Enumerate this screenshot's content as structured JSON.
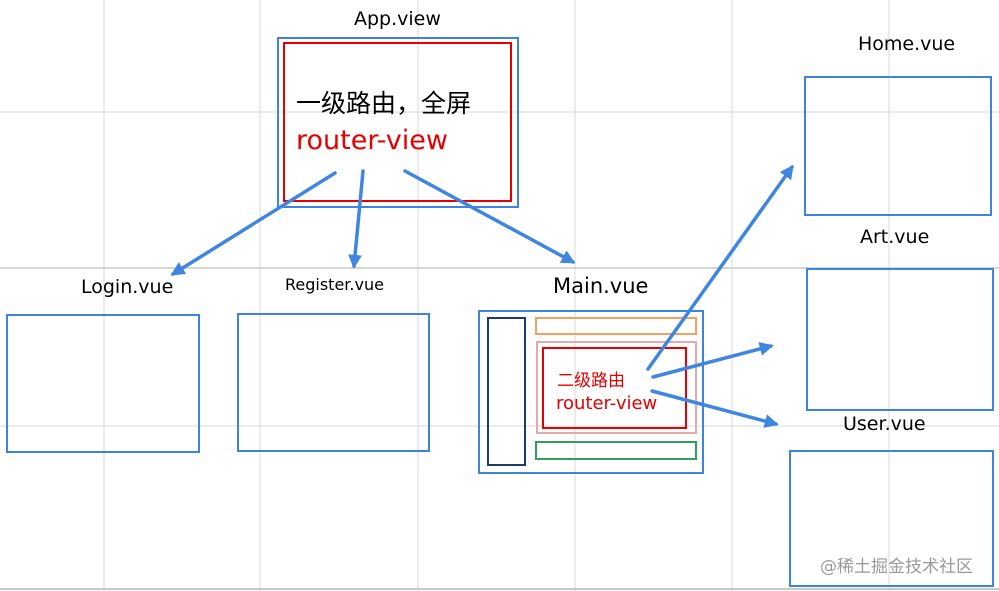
{
  "app": {
    "title": "App.view",
    "line1": "一级路由，全屏",
    "line2": "router-view"
  },
  "main": {
    "title": "Main.vue",
    "line1": "二级路由",
    "line2": "router-view"
  },
  "pages": {
    "login": "Login.vue",
    "register": "Register.vue",
    "home": "Home.vue",
    "art": "Art.vue",
    "user": "User.vue"
  },
  "watermark": "@稀土掘金技术社区",
  "colors": {
    "box_blue": "#3d84e0",
    "arrow_blue": "#3f86e2",
    "router_red": "#e60000",
    "sidebar_navy": "#1f3a6e",
    "header_orange": "#f0a060",
    "footer_green": "#2ea05a",
    "grid_gray": "#d9d9d9"
  }
}
